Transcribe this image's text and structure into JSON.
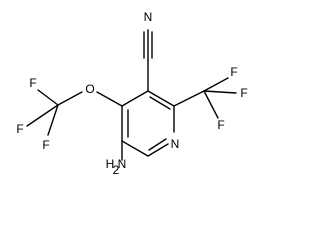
{
  "molecule": {
    "atoms": [
      {
        "id": "ring_c3",
        "label": ""
      },
      {
        "id": "ring_c2",
        "label": ""
      },
      {
        "id": "ring_n1",
        "label": "N"
      },
      {
        "id": "ring_c6",
        "label": ""
      },
      {
        "id": "ring_c5",
        "label": ""
      },
      {
        "id": "ring_c4",
        "label": ""
      },
      {
        "id": "nitrile_c",
        "label": ""
      },
      {
        "id": "nitrile_n",
        "label": "N"
      },
      {
        "id": "cf3_c",
        "label": ""
      },
      {
        "id": "cf3_f_a",
        "label": "F"
      },
      {
        "id": "cf3_f_b",
        "label": "F"
      },
      {
        "id": "cf3_f_c",
        "label": "F"
      },
      {
        "id": "ether_o",
        "label": "O"
      },
      {
        "id": "ocf3_c",
        "label": ""
      },
      {
        "id": "ocf3_f_a",
        "label": "F"
      },
      {
        "id": "ocf3_f_b",
        "label": "F"
      },
      {
        "id": "ocf3_f_c",
        "label": "F"
      },
      {
        "id": "amino_n",
        "label": "H2N"
      }
    ]
  },
  "labels": {
    "nitrile_n": "N",
    "ring_n": "N",
    "ether_o": "O",
    "f": "F",
    "amino_h2": "H",
    "amino_2": "2",
    "amino_n": "N"
  }
}
